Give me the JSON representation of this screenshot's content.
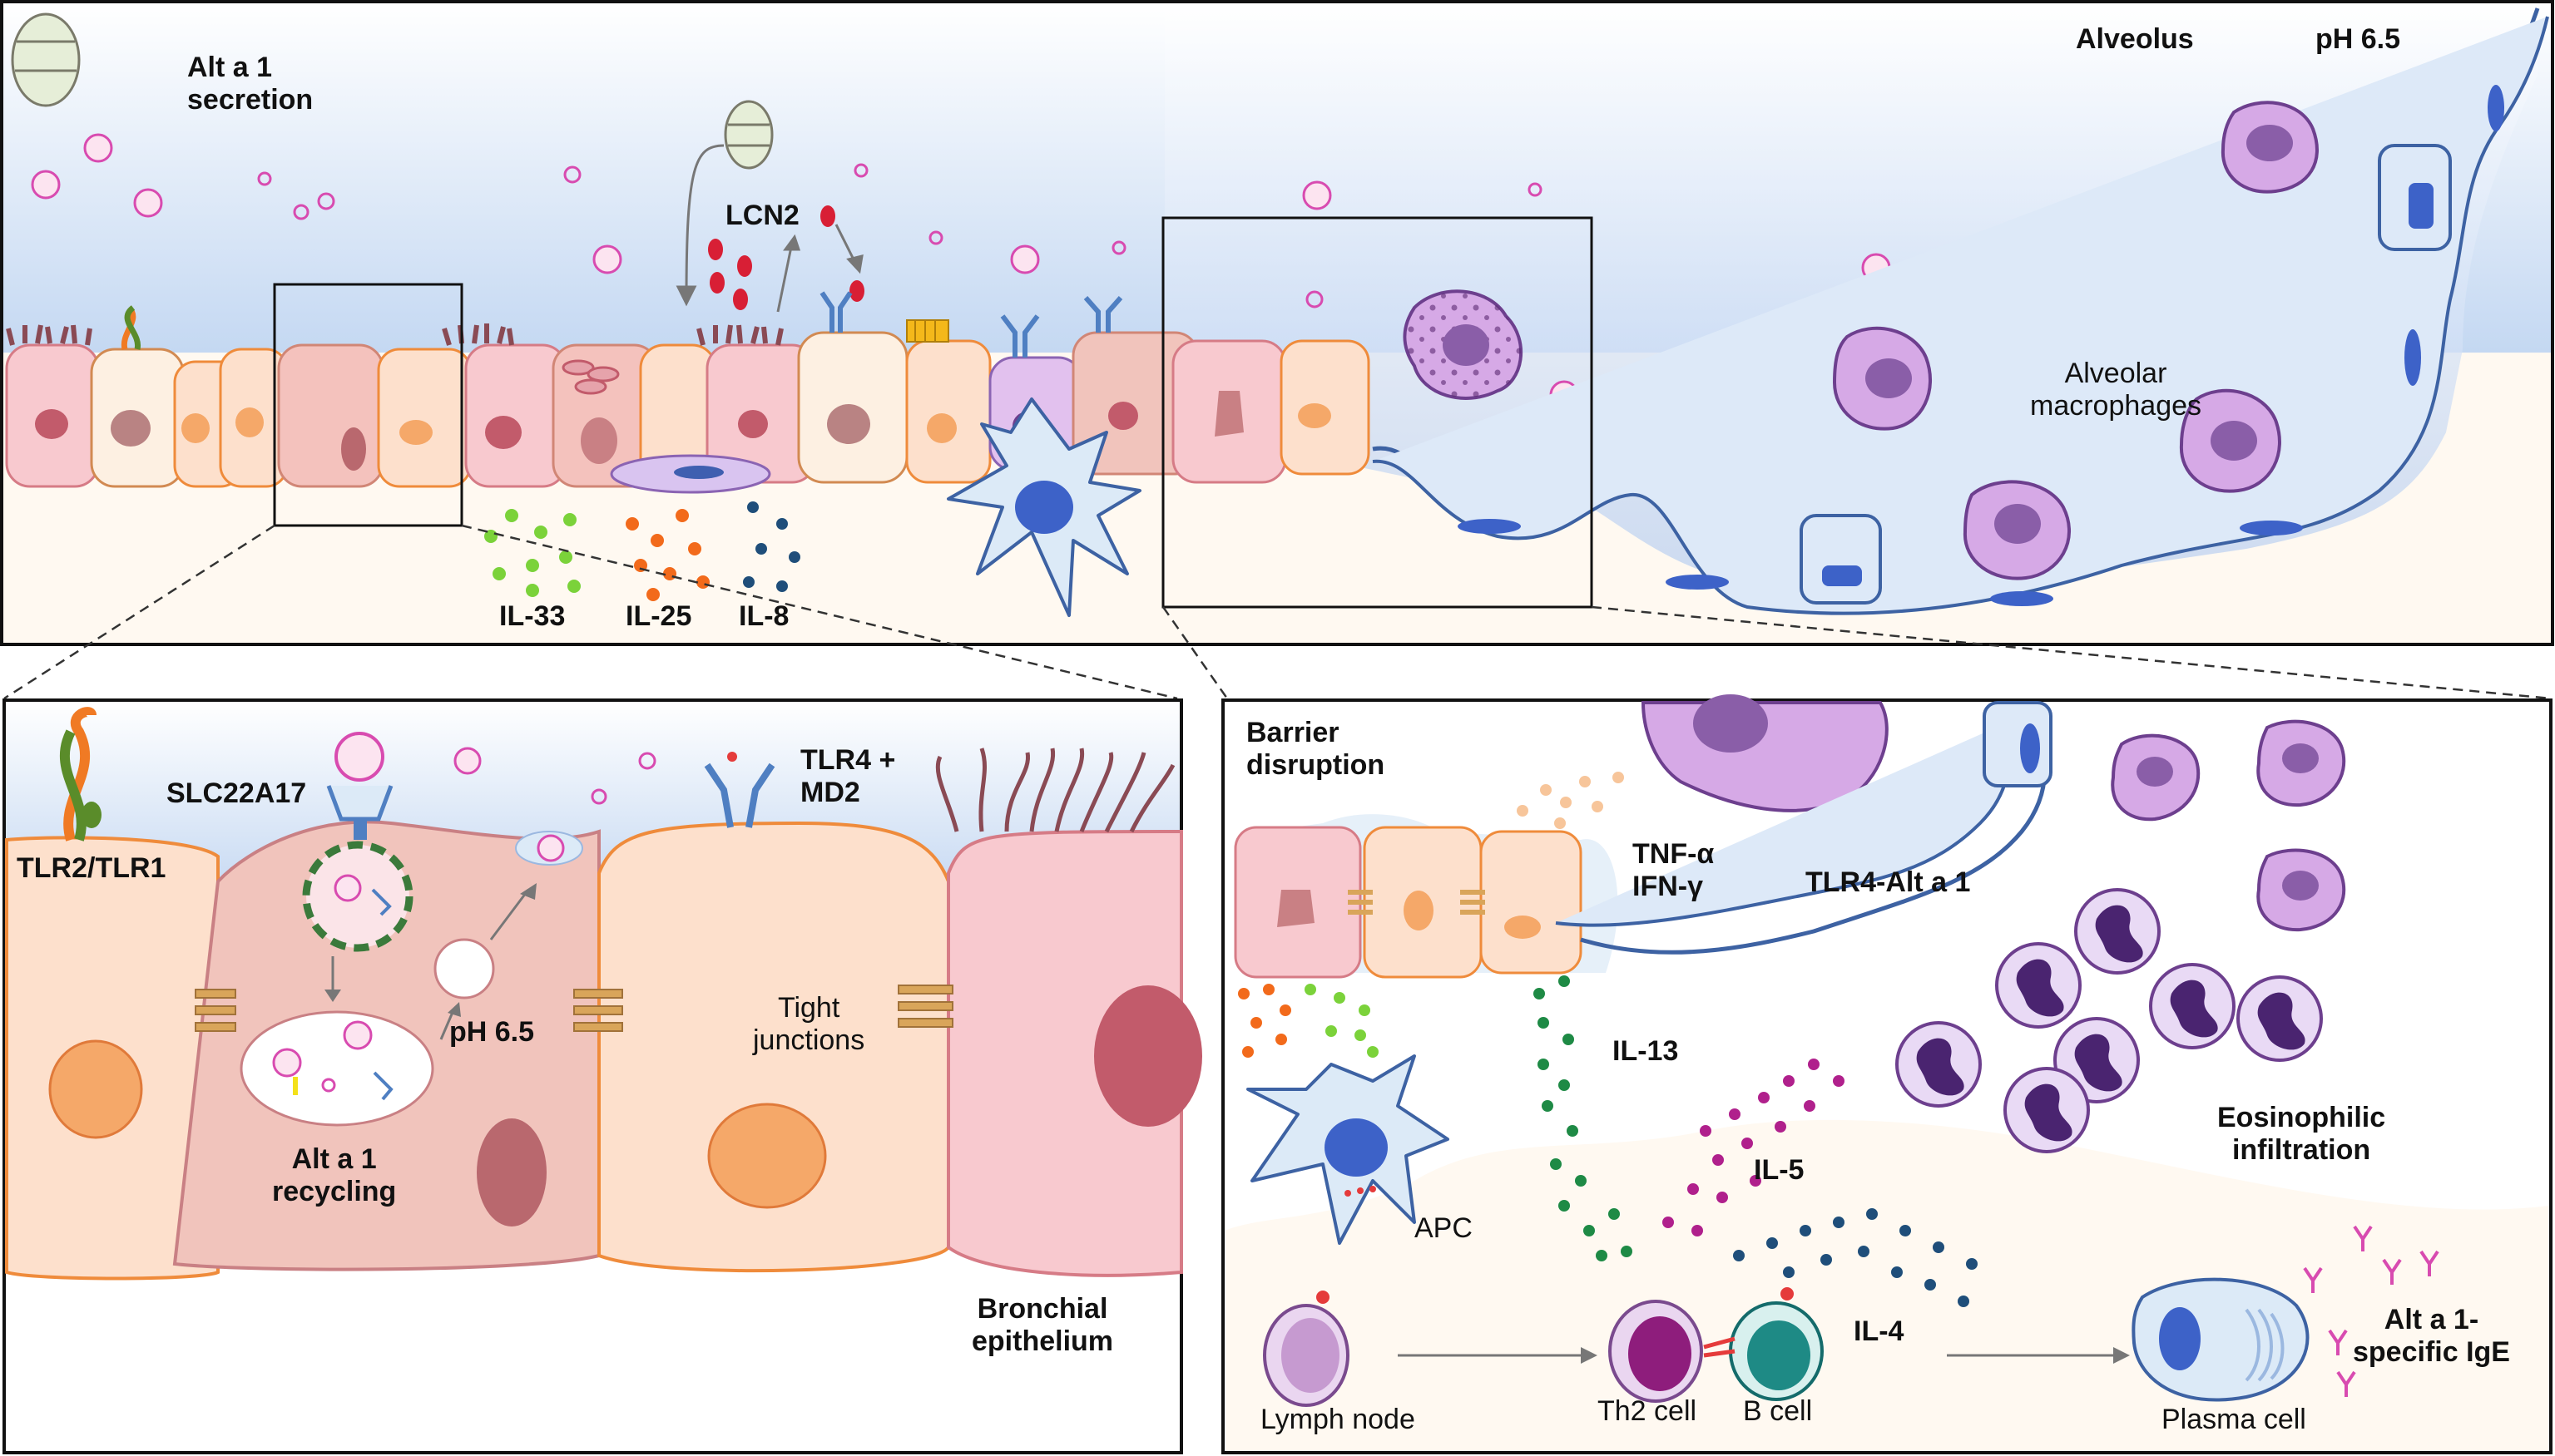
{
  "top_panel": {
    "alt_secretion_line1": "Alt a 1",
    "alt_secretion_line2": "secretion",
    "lcn2": "LCN2",
    "il33": "IL-33",
    "il25": "IL-25",
    "il8": "IL-8",
    "alveolus": "Alveolus",
    "ph": "pH 6.5",
    "alveolar_macrophages_line1": "Alveolar",
    "alveolar_macrophages_line2": "macrophages"
  },
  "bottom_left": {
    "tlr2_tlr1": "TLR2/TLR1",
    "slc22a17": "SLC22A17",
    "tlr4_md2_line1": "TLR4 +",
    "tlr4_md2_line2": "MD2",
    "ph": "pH 6.5",
    "tight_junctions_line1": "Tight",
    "tight_junctions_line2": "junctions",
    "recycling_line1": "Alt a 1",
    "recycling_line2": "recycling",
    "bronchial_line1": "Bronchial",
    "bronchial_line2": "epithelium"
  },
  "bottom_right": {
    "barrier_line1": "Barrier",
    "barrier_line2": "disruption",
    "tnf": "TNF-α",
    "ifn": "IFN-γ",
    "tlr4_alt": "TLR4-Alt a 1",
    "il13": "IL-13",
    "il5": "IL-5",
    "il4": "IL-4",
    "apc": "APC",
    "eosinophilic_line1": "Eosinophilic",
    "eosinophilic_line2": "infiltration",
    "lymph_node": "Lymph node",
    "th2": "Th2 cell",
    "bcell": "B cell",
    "plasma": "Plasma cell",
    "ige_line1": "Alt a 1-",
    "ige_line2": "specific IgE"
  },
  "colors": {
    "il33": "#7bd23a",
    "il25": "#f26a1b",
    "il8": "#1f4e7a",
    "il13": "#1e8a45",
    "il5": "#b0208c",
    "il4": "#1f4e7a",
    "epithelium_pink": "#f7c6cc",
    "epithelium_peach": "#fde0cc",
    "macrophage": "#d6a9e6",
    "lumen_blue": "#c9ddf5"
  }
}
